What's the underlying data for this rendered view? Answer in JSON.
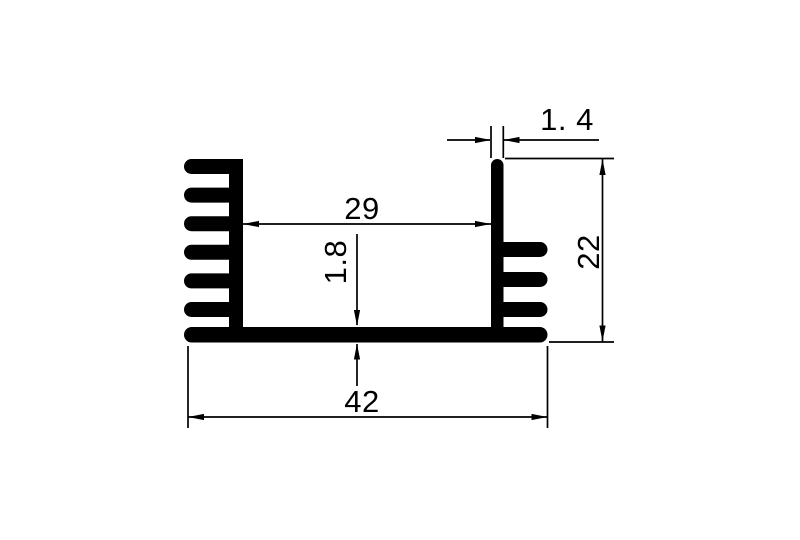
{
  "drawing": {
    "kind": "heatsink-extrusion-profile-section",
    "colors": {
      "line": "#000000",
      "background": "#ffffff"
    }
  },
  "dimensions": {
    "wall_thickness": "1. 4",
    "inner_width": "29",
    "base_thickness": "1.8",
    "overall_height": "22",
    "overall_width": "42"
  }
}
